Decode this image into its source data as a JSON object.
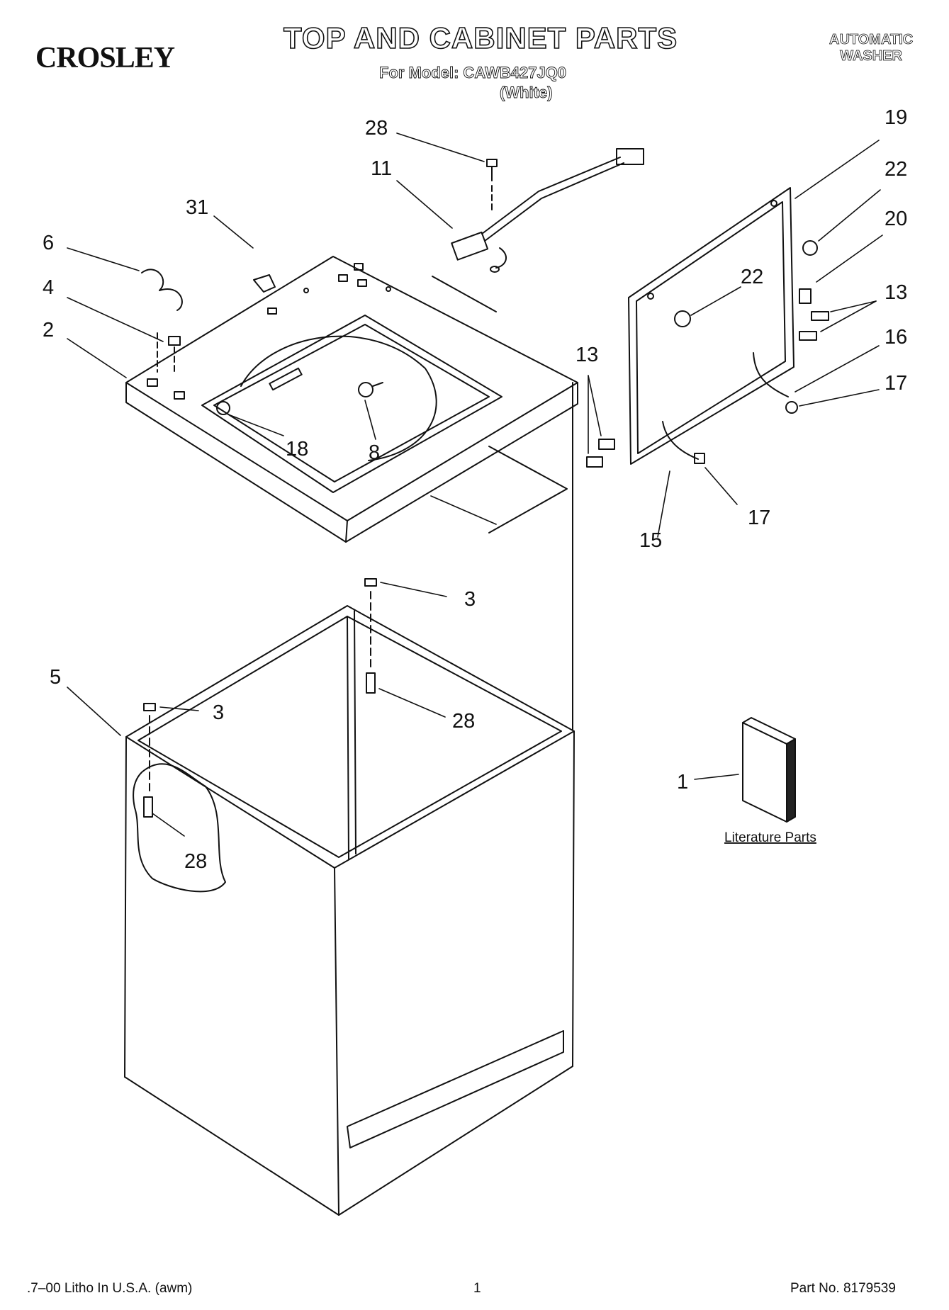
{
  "header": {
    "brand": "CROSLEY",
    "title": "TOP AND CABINET PARTS",
    "model_line": "For Model: CAWB427JQ0",
    "color_line": "(White)",
    "appliance_type_line1": "AUTOMATIC",
    "appliance_type_line2": "WASHER"
  },
  "callouts": {
    "c28_top": "28",
    "c11": "11",
    "c31": "31",
    "c6": "6",
    "c4": "4",
    "c2": "2",
    "c18": "18",
    "c8": "8",
    "c19": "19",
    "c22_right": "22",
    "c20": "20",
    "c22_inner": "22",
    "c13_right": "13",
    "c16": "16",
    "c17_right": "17",
    "c13_left": "13",
    "c15": "15",
    "c17_bottom": "17",
    "c3_upper": "3",
    "c28_mid": "28",
    "c5": "5",
    "c3_lower": "3",
    "c28_lower": "28",
    "c1": "1"
  },
  "literature_label": "Literature Parts",
  "footer": {
    "left": ".7–00 Litho In U.S.A. (awm)",
    "center": "1",
    "right": "Part No. 8179539"
  }
}
